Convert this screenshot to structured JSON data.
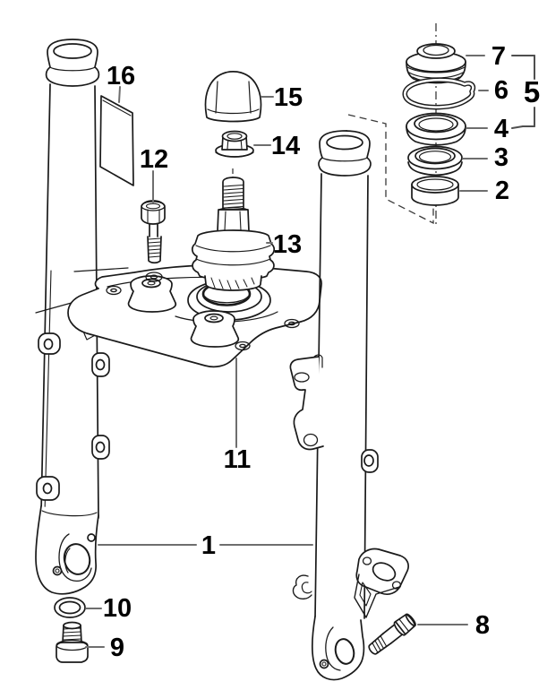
{
  "diagram": {
    "type": "exploded-parts-diagram",
    "subject": "telescopic front fork exploded view",
    "background_color": "#ffffff",
    "line_color": "#1a1a1a",
    "leader_color": "#6e6e6e",
    "label_color": "#000000"
  },
  "callouts": [
    {
      "number": "1"
    },
    {
      "number": "2"
    },
    {
      "number": "3"
    },
    {
      "number": "4"
    },
    {
      "number": "5"
    },
    {
      "number": "6"
    },
    {
      "number": "7"
    },
    {
      "number": "8"
    },
    {
      "number": "9"
    },
    {
      "number": "10"
    },
    {
      "number": "11"
    },
    {
      "number": "12"
    },
    {
      "number": "13"
    },
    {
      "number": "14"
    },
    {
      "number": "15"
    },
    {
      "number": "16"
    }
  ]
}
